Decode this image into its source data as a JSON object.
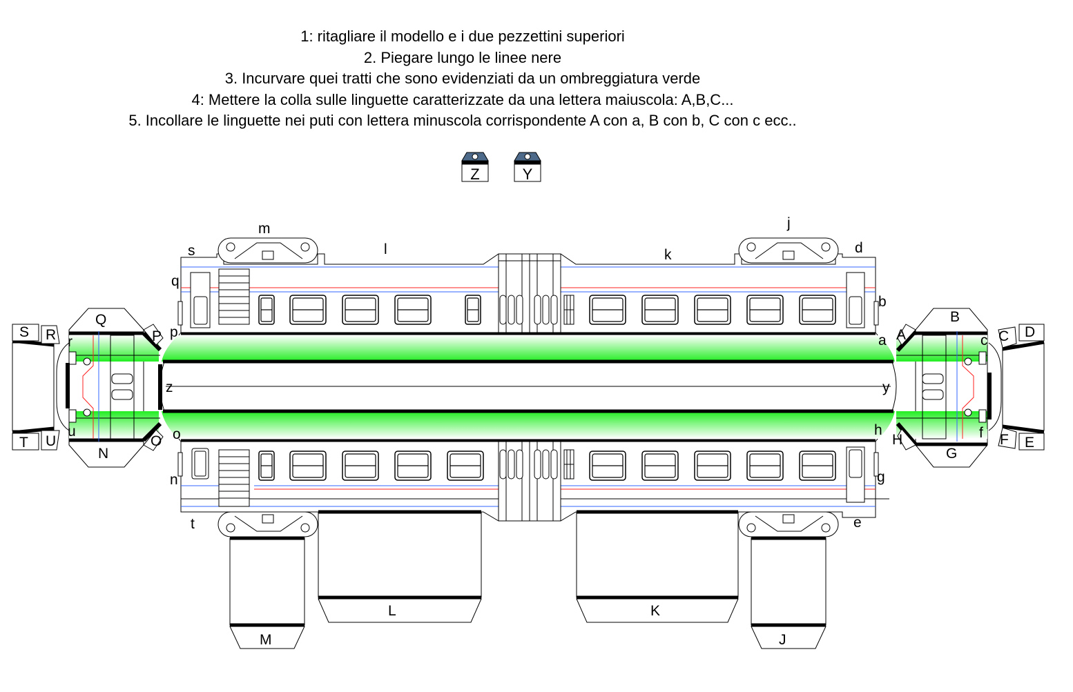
{
  "instructions": [
    "1: ritagliare il modello e i due pezzettini superiori",
    "2. Piegare lungo le linee nere",
    "3. Incurvare quei tratti che sono evidenziati da un ombreggiatura verde",
    "4: Mettere la colla sulle linguette caratterizzate da una lettera maiuscola: A,B,C...",
    "5. Incollare le linguette nei puti con lettera minuscola corrispondente A con a, B con b, C con c ecc.."
  ],
  "small_pieces": [
    "Z",
    "Y"
  ],
  "labels": {
    "upper_tabs": [
      "A",
      "B",
      "C",
      "D",
      "E",
      "F",
      "G",
      "H",
      "J",
      "K",
      "L",
      "M",
      "N",
      "O",
      "P",
      "Q",
      "R",
      "S",
      "T",
      "U"
    ],
    "lower_points": [
      "a",
      "b",
      "c",
      "d",
      "e",
      "f",
      "g",
      "h",
      "j",
      "k",
      "l",
      "m",
      "n",
      "o",
      "p",
      "q",
      "r",
      "s",
      "t",
      "u",
      "y",
      "z"
    ]
  },
  "colors": {
    "curve_shading": "#22ee22",
    "blue_line": "#3366ff",
    "red_line": "#ff2020",
    "piece_fill": "#4d6a8a",
    "outline": "#000000"
  }
}
